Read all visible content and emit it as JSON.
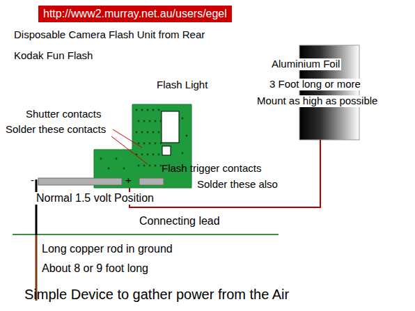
{
  "diagram": {
    "caption": "Simple Device to gather power from the Air",
    "nodes": [
      {
        "text": [
          "http://www2.murray.net.au/users/egel"
        ]
      }
    ],
    "labels": [
      "Disposable Camera Flash Unit from Rear",
      "Kodak Fun Flash",
      "Flash Light",
      "Shutter contacts",
      "Solder these contacts",
      "Aluminium Foil",
      "3 Foot long or more",
      "Mount as high as possible",
      "Flash trigger contacts",
      "Solder these also",
      "-",
      "+",
      "Normal 1.5 volt Position",
      "Connecting lead",
      "Long copper rod in  ground",
      "About 8 or 9 foot long"
    ]
  }
}
